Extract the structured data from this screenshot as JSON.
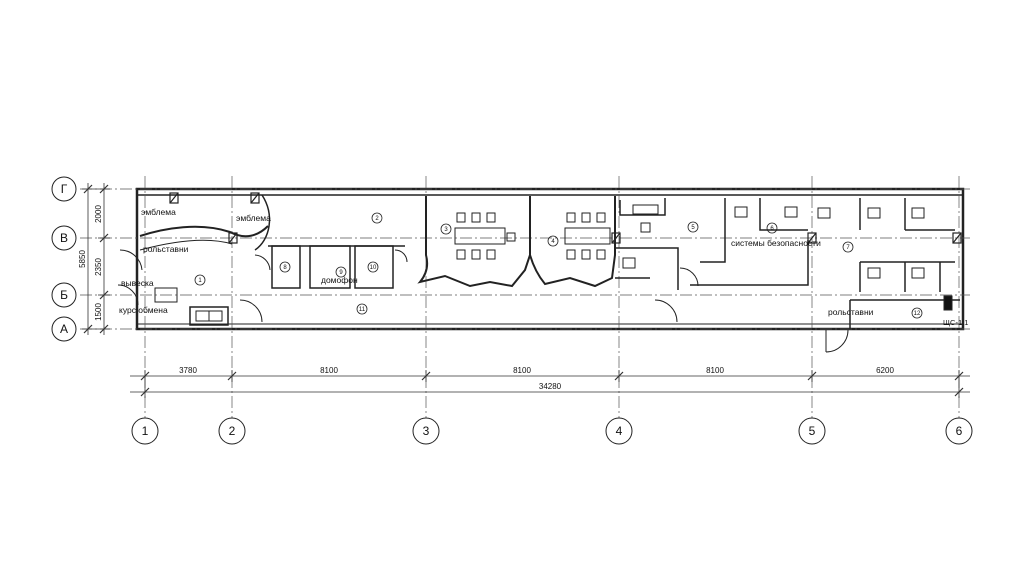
{
  "axes": {
    "rows": [
      "Г",
      "В",
      "Б",
      "А"
    ],
    "columns": [
      "1",
      "2",
      "3",
      "4",
      "5",
      "6"
    ]
  },
  "dimensions": {
    "bays": [
      "3780",
      "8100",
      "8100",
      "8100",
      "6200"
    ],
    "total": "34280",
    "left_spans": [
      "2000",
      "2350",
      "1500"
    ],
    "left_total": "5850"
  },
  "rooms": [
    "1",
    "2",
    "3",
    "4",
    "5",
    "6",
    "7",
    "8",
    "9",
    "10",
    "11",
    "12"
  ],
  "labels": {
    "emblem_1": "эмблема",
    "emblem_2": "эмблема",
    "rollstand_1": "рольставни",
    "sign": "вывеска",
    "exchange_rates": "курс обмена",
    "intercom": "домофон",
    "security_systems": "системы безопасности",
    "rollstand_2": "рольставни",
    "panel": "ЩС-1.1"
  }
}
